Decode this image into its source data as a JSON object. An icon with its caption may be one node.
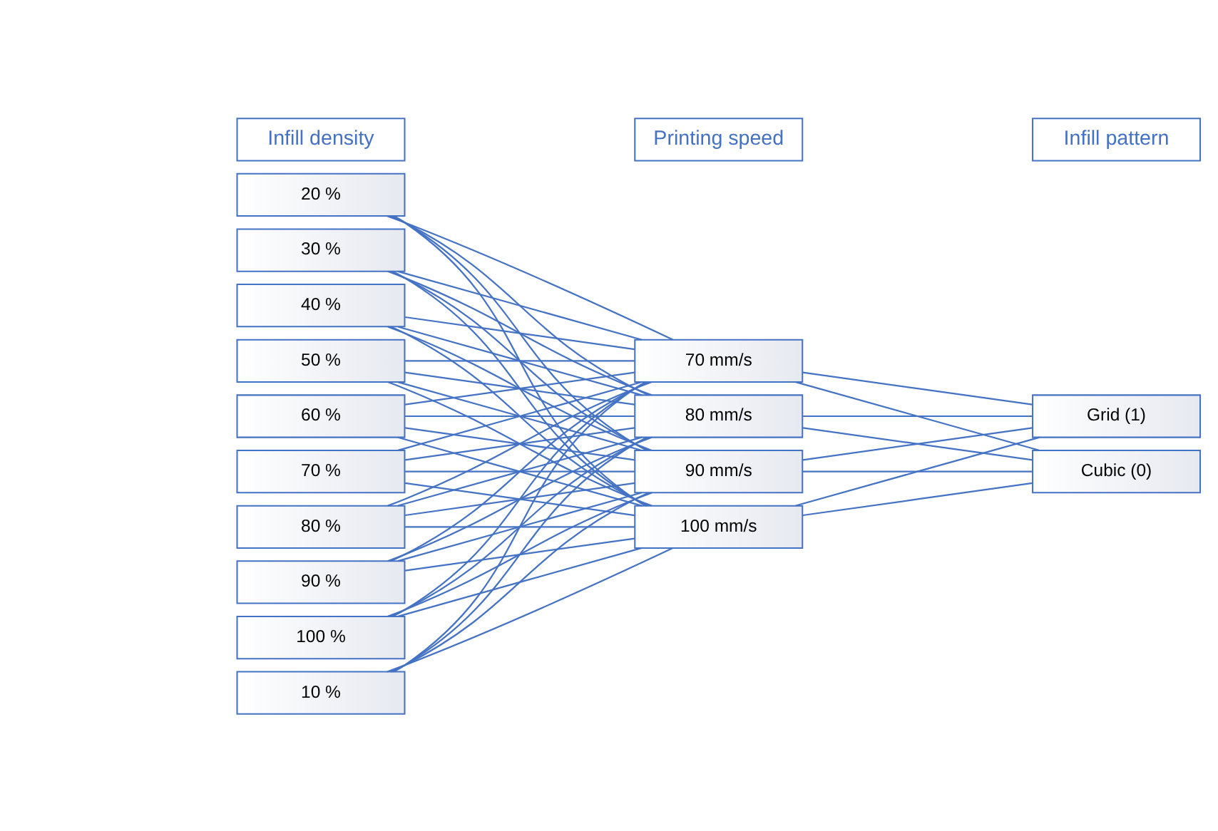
{
  "diagram": {
    "nodes": [
      {
        "text": [
          "Infill density"
        ]
      },
      {
        "text": [
          "Printing speed"
        ]
      },
      {
        "text": [
          "Infill pattern"
        ]
      },
      {
        "text": [
          "10 %"
        ]
      },
      {
        "text": [
          "20 %"
        ]
      },
      {
        "text": [
          "30 %"
        ]
      },
      {
        "text": [
          "40 %"
        ]
      },
      {
        "text": [
          "50 %"
        ]
      },
      {
        "text": [
          "60 %"
        ]
      },
      {
        "text": [
          "70 %"
        ]
      },
      {
        "text": [
          "80 %"
        ]
      },
      {
        "text": [
          "90 %"
        ]
      },
      {
        "text": [
          "100 %"
        ]
      },
      {
        "text": [
          "70 mm/s"
        ]
      },
      {
        "text": [
          "80 mm/s"
        ]
      },
      {
        "text": [
          "90 mm/s"
        ]
      },
      {
        "text": [
          "100 mm/s"
        ]
      },
      {
        "text": [
          "Cubic (0)"
        ]
      },
      {
        "text": [
          "Grid (1)"
        ]
      }
    ],
    "edges": [
      {
        "from": 3,
        "to": 13,
        "arrow": "none"
      },
      {
        "from": 3,
        "to": 14,
        "arrow": "none"
      },
      {
        "from": 3,
        "to": 15,
        "arrow": "none"
      },
      {
        "from": 3,
        "to": 16,
        "arrow": "none"
      },
      {
        "from": 4,
        "to": 13,
        "arrow": "none"
      },
      {
        "from": 4,
        "to": 14,
        "arrow": "none"
      },
      {
        "from": 4,
        "to": 15,
        "arrow": "none"
      },
      {
        "from": 4,
        "to": 16,
        "arrow": "none"
      },
      {
        "from": 5,
        "to": 13,
        "arrow": "none"
      },
      {
        "from": 5,
        "to": 14,
        "arrow": "none"
      },
      {
        "from": 5,
        "to": 15,
        "arrow": "none"
      },
      {
        "from": 5,
        "to": 16,
        "arrow": "none"
      },
      {
        "from": 6,
        "to": 13,
        "arrow": "none"
      },
      {
        "from": 6,
        "to": 14,
        "arrow": "none"
      },
      {
        "from": 6,
        "to": 15,
        "arrow": "none"
      },
      {
        "from": 6,
        "to": 16,
        "arrow": "none"
      },
      {
        "from": 7,
        "to": 13,
        "arrow": "none"
      },
      {
        "from": 7,
        "to": 14,
        "arrow": "none"
      },
      {
        "from": 7,
        "to": 15,
        "arrow": "none"
      },
      {
        "from": 7,
        "to": 16,
        "arrow": "none"
      },
      {
        "from": 8,
        "to": 13,
        "arrow": "none"
      },
      {
        "from": 8,
        "to": 14,
        "arrow": "none"
      },
      {
        "from": 8,
        "to": 15,
        "arrow": "none"
      },
      {
        "from": 8,
        "to": 16,
        "arrow": "none"
      },
      {
        "from": 9,
        "to": 13,
        "arrow": "none"
      },
      {
        "from": 9,
        "to": 14,
        "arrow": "none"
      },
      {
        "from": 9,
        "to": 15,
        "arrow": "none"
      },
      {
        "from": 9,
        "to": 16,
        "arrow": "none"
      },
      {
        "from": 10,
        "to": 13,
        "arrow": "none"
      },
      {
        "from": 10,
        "to": 14,
        "arrow": "none"
      },
      {
        "from": 10,
        "to": 15,
        "arrow": "none"
      },
      {
        "from": 10,
        "to": 16,
        "arrow": "none"
      },
      {
        "from": 11,
        "to": 13,
        "arrow": "none"
      },
      {
        "from": 11,
        "to": 14,
        "arrow": "none"
      },
      {
        "from": 11,
        "to": 15,
        "arrow": "none"
      },
      {
        "from": 11,
        "to": 16,
        "arrow": "none"
      },
      {
        "from": 12,
        "to": 13,
        "arrow": "none"
      },
      {
        "from": 12,
        "to": 14,
        "arrow": "none"
      },
      {
        "from": 12,
        "to": 15,
        "arrow": "none"
      },
      {
        "from": 12,
        "to": 16,
        "arrow": "none"
      },
      {
        "from": 13,
        "to": 17,
        "arrow": "none"
      },
      {
        "from": 13,
        "to": 18,
        "arrow": "none"
      },
      {
        "from": 14,
        "to": 17,
        "arrow": "none"
      },
      {
        "from": 14,
        "to": 18,
        "arrow": "none"
      },
      {
        "from": 15,
        "to": 17,
        "arrow": "none"
      },
      {
        "from": 15,
        "to": 18,
        "arrow": "none"
      },
      {
        "from": 16,
        "to": 17,
        "arrow": "none"
      },
      {
        "from": 16,
        "to": 18,
        "arrow": "none"
      }
    ]
  }
}
